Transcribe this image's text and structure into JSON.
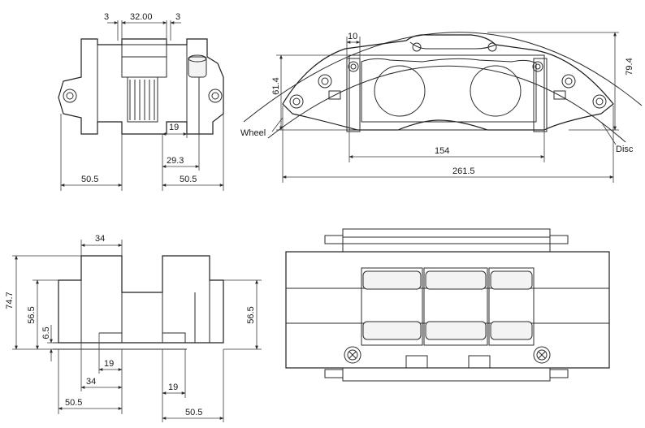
{
  "views": {
    "side_top": {
      "dims": {
        "d_left_3": "3",
        "d_center_32": "32.00",
        "d_right_3": "3",
        "d_19": "19",
        "d_29_3": "29.3",
        "d_50_5_left": "50.5",
        "d_50_5_right": "50.5"
      }
    },
    "front": {
      "dims": {
        "d_10": "10",
        "d_61_4": "61.4",
        "d_79_4": "79.4",
        "d_154": "154",
        "d_261_5": "261.5"
      },
      "labels": {
        "wheel": "Wheel",
        "disc": "Disc"
      }
    },
    "side_bottom": {
      "dims": {
        "d_34_top": "34",
        "d_74_7": "74.7",
        "d_56_5_left": "56.5",
        "d_56_5_right": "56.5",
        "d_6_5": "6.5",
        "d_19_a": "19",
        "d_34_bottom": "34",
        "d_19_b": "19",
        "d_50_5_left": "50.5",
        "d_50_5_right": "50.5"
      }
    }
  },
  "colors": {
    "line": "#2b2b2b",
    "fill": "#f3f3f3",
    "background": "#ffffff"
  }
}
